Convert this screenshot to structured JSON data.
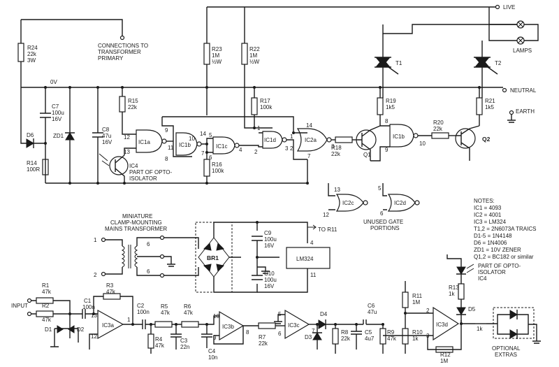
{
  "terminals": {
    "live": "LIVE",
    "neutral": "NEUTRAL",
    "earth": "EARTH",
    "lamps": "LAMPS",
    "input": "INPUT",
    "to_r11": "TO R11",
    "v0": "0V"
  },
  "captions": {
    "transformer_primary_1": "CONNECTIONS TO",
    "transformer_primary_2": "TRANSFORMER",
    "transformer_primary_3": "PRIMARY",
    "mains_1": "MINIATURE",
    "mains_2": "CLAMP-MOUNTING",
    "mains_3": "MAINS TRANSFORMER",
    "ic4_1": "IC4",
    "ic4_2": "PART OF OPTO-",
    "ic4_3": "ISOLATOR",
    "unused_1": "UNUSED GATE",
    "unused_2": "PORTIONS",
    "opto_1": "PART OF OPTO-",
    "opto_2": "ISOLATOR",
    "opto_3": "IC4",
    "optional_1": "OPTIONAL",
    "optional_2": "EXTRAS"
  },
  "components": {
    "R24": [
      "R24",
      "22k",
      "3W"
    ],
    "R23": [
      "R23",
      "1M",
      "½W"
    ],
    "R22": [
      "R22",
      "1M",
      "½W"
    ],
    "R15": [
      "R15",
      "22k"
    ],
    "R17": [
      "R17",
      "100k"
    ],
    "R19": [
      "R19",
      "1k5"
    ],
    "R21": [
      "R21",
      "1k5"
    ],
    "R14": [
      "R14",
      "100R"
    ],
    "R16": [
      "R16",
      "100k"
    ],
    "R18": [
      "R18",
      "22k"
    ],
    "R20": [
      "R20",
      "22k"
    ],
    "C7": [
      "C7",
      "100u",
      "16V"
    ],
    "C8": [
      "C8",
      "47u",
      "16V"
    ],
    "C9": [
      "C9",
      "100u",
      "16V"
    ],
    "C10": [
      "C10",
      "100u",
      "16V"
    ],
    "D6": "D6",
    "ZD1": "ZD1",
    "T1": "T1",
    "T2": "T2",
    "Q1": "Q1",
    "Q2": "Q2",
    "BR1": "BR1",
    "LM324": "LM324",
    "R1": [
      "R1",
      "47k"
    ],
    "R2": [
      "R2",
      "47k"
    ],
    "R3": [
      "R3",
      "47k"
    ],
    "R4": [
      "R4",
      "47k"
    ],
    "R5": [
      "R5",
      "47k"
    ],
    "R6": [
      "R6",
      "47k"
    ],
    "R7": [
      "R7",
      "22k"
    ],
    "R8": [
      "R8",
      "22k"
    ],
    "R9": [
      "R9",
      "47k"
    ],
    "R10": [
      "R10",
      "1k"
    ],
    "R11": [
      "R11",
      "1M"
    ],
    "R12": [
      "R12",
      "1M"
    ],
    "R13": [
      "R13",
      "1k"
    ],
    "C1": [
      "C1",
      "100n"
    ],
    "C2": [
      "C2",
      "100n"
    ],
    "C3": [
      "C3",
      "22n"
    ],
    "C4": [
      "C4",
      "10n"
    ],
    "C5": [
      "C5",
      "4u7"
    ],
    "C6": [
      "C6",
      "47u"
    ],
    "D1": "D1",
    "D2": "D2",
    "D3": "D3",
    "D4": "D4",
    "D5": "D5",
    "R_out": "1k"
  },
  "gates": {
    "IC1a": "IC1a",
    "IC1b": "IC1b",
    "IC1c": "IC1c",
    "IC1d": "IC1d",
    "IC2a": "IC2a",
    "IC1b2": "IC1b",
    "IC2c": "IC2c",
    "IC2d": "IC2d",
    "IC3a": "IC3a",
    "IC3b": "IC3b",
    "IC3c": "IC3c",
    "IC3d": "IC3d"
  },
  "pins": {
    "p12a": "12",
    "p13a": "13",
    "p11a": "11",
    "p9a": "9",
    "p8a": "8",
    "p10a": "10",
    "p14a": "14",
    "p7a": "7",
    "p5a": "5",
    "p6a": "6",
    "p4a": "4",
    "p1a": "1",
    "p2a": "2",
    "p3a": "3",
    "p14b": "14",
    "p1b": "1",
    "p2b": "2",
    "p3b": "3",
    "p7b": "7",
    "p8b": "8",
    "p9b": "9",
    "p10b": "10",
    "p13c": "13",
    "p12c": "12",
    "p5d": "5",
    "p6d": "6",
    "tp1": "1",
    "tp2": "2",
    "tp6a": "6",
    "tp6b": "6",
    "tp4": "4",
    "tp11": "11",
    "o13": "13",
    "o12": "12",
    "o1": "1",
    "o10": "10",
    "o9": "9",
    "o8": "8",
    "o5": "5",
    "o6": "6",
    "o7": "7",
    "o2": "2",
    "o3": "3",
    "o1d": "1"
  },
  "notes": {
    "title": "NOTES:",
    "lines": [
      "IC1 = 4093",
      "IC2 = 4001",
      "IC3 = LM324",
      "T1,2 = 2N6073A TRAICS",
      "D1-5 = 1N4148",
      "D6 = 1N4006",
      "ZD1 = 10V ZENER",
      "Q1,2 = BC182 or similar"
    ]
  }
}
